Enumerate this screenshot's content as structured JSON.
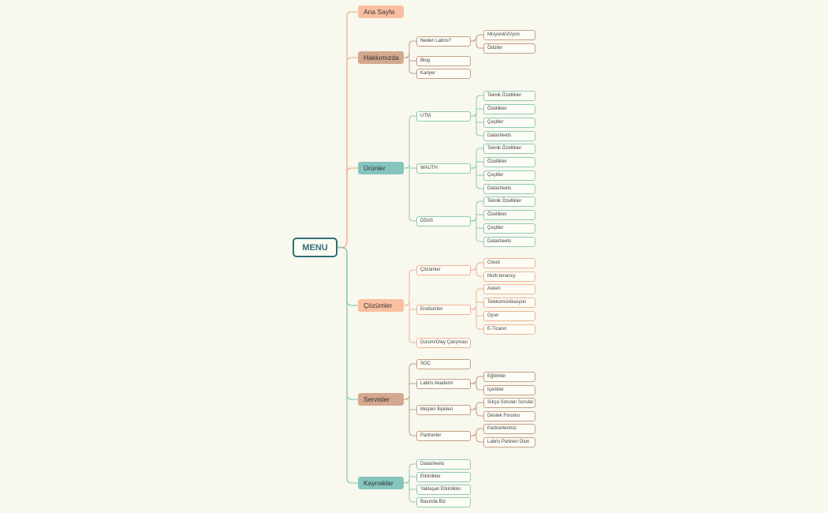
{
  "root": "MENU",
  "colors": {
    "background": "#f8f8ee",
    "root_border": "#2f6f74",
    "peach": "#f9bfa0",
    "brown": "#d4a88f",
    "teal": "#86c5bd",
    "orange_line": "#f0b395",
    "brown_line": "#c99d85",
    "teal_line": "#8fcab6"
  },
  "sections": [
    {
      "label": "Ana Sayfa",
      "fill": "peach",
      "children": []
    },
    {
      "label": "Hakkımızda",
      "fill": "brown",
      "children": [
        {
          "label": "Neden Labris?",
          "children": [
            "Misyon&Vizyon",
            "Ödüller"
          ]
        },
        {
          "label": "Blog",
          "children": []
        },
        {
          "label": "Kariyer",
          "children": []
        }
      ]
    },
    {
      "label": "Ürünler",
      "fill": "teal",
      "children": [
        {
          "label": "UTM",
          "children": [
            "Teknik Özellikler",
            "Özellikler",
            "Çeşitler",
            "Datasheets"
          ]
        },
        {
          "label": "WAUTH",
          "children": [
            "Teknik Özellikler",
            "Özellikler",
            "Çeşitler",
            "Datasheets"
          ]
        },
        {
          "label": "DDoS",
          "children": [
            "Teknik Özellikler",
            "Özellikler",
            "Çeşitler",
            "Datasheets"
          ]
        }
      ]
    },
    {
      "label": "Çözümler",
      "fill": "peach",
      "children": [
        {
          "label": "Çözümler",
          "children": [
            "Cloud",
            "Multi-tenancy"
          ]
        },
        {
          "label": "Endüstriler",
          "children": [
            "Askeri",
            "Telekomünikasyon",
            "Oyun",
            "E-Ticaret"
          ]
        },
        {
          "label": "Durum/Olay Çalışması",
          "children": []
        }
      ]
    },
    {
      "label": "Servisler",
      "fill": "brown",
      "children": [
        {
          "label": "SOC",
          "children": []
        },
        {
          "label": "Labris Akademi",
          "children": [
            "Eğitimler",
            "İçerikler"
          ]
        },
        {
          "label": "Müşteri İlişkileri",
          "children": [
            "Sıkça Sorulan Sorular",
            "Destek Forumu"
          ]
        },
        {
          "label": "Partnerler",
          "children": [
            "Partnerlerimiz",
            "Labris Partneri Olun"
          ]
        }
      ]
    },
    {
      "label": "Kaynaklar",
      "fill": "teal",
      "children": [
        {
          "label": "Datasheets",
          "children": []
        },
        {
          "label": "Etkinlikler",
          "children": []
        },
        {
          "label": "Yaklaşan Etkinlikler",
          "children": []
        },
        {
          "label": "Basında Biz",
          "children": []
        }
      ]
    }
  ]
}
